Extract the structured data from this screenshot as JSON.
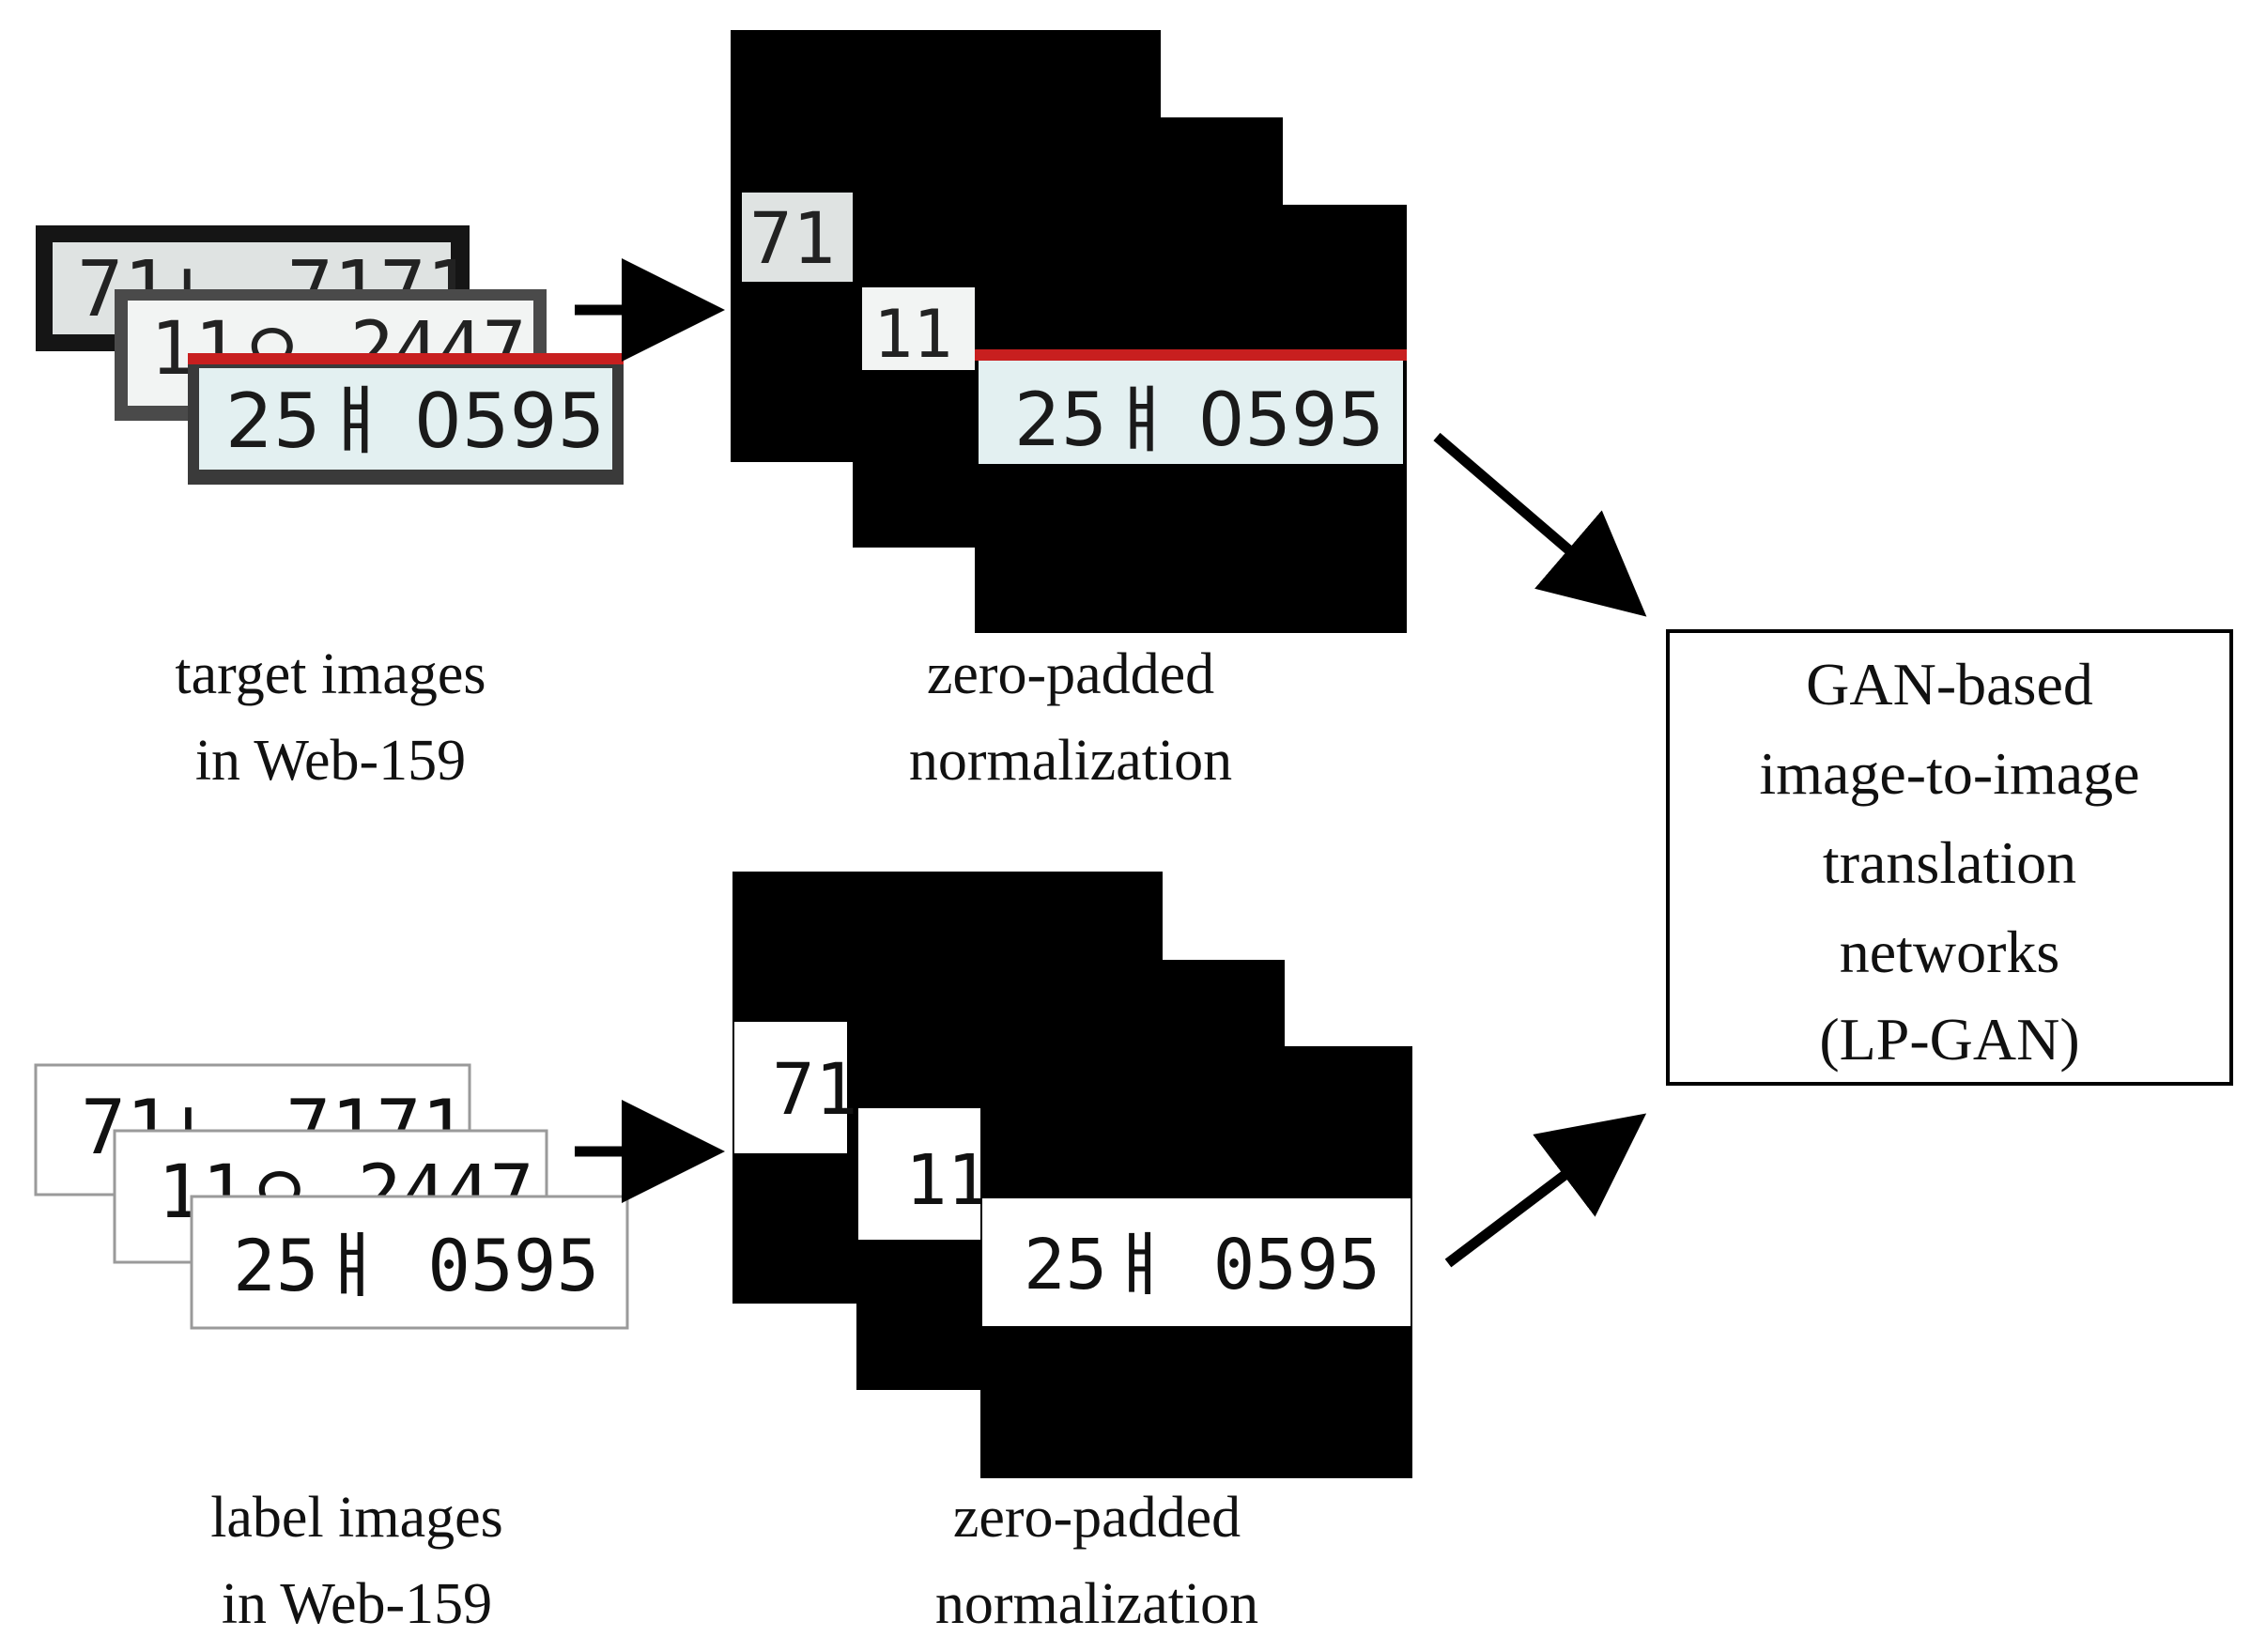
{
  "captions": {
    "target": {
      "line1": "target images",
      "line2": "in Web-159"
    },
    "target_norm": {
      "line1": "zero-padded",
      "line2": "normalization"
    },
    "label": {
      "line1": "label images",
      "line2": "in Web-159"
    },
    "label_norm": {
      "line1": "zero-padded",
      "line2": "normalization"
    }
  },
  "gan_box": {
    "lines": [
      "GAN-based",
      "image-to-image",
      "translation",
      "networks",
      "(LP-GAN)"
    ]
  },
  "plates": {
    "back": "71ㄴ 7171",
    "middle": "11ㅇ 2447",
    "front": "25ㅒ 0595",
    "back_crop": "71",
    "middle_crop": "11",
    "front_norm": "25ㅒ 0595"
  },
  "colors": {
    "plate_bg": "#f4f6f5",
    "plate_front_bg": "#e6f1f2",
    "plate_border_dark": "#1c1c1c",
    "plate_red_top": "#c81f1f",
    "padding": "#000000"
  }
}
